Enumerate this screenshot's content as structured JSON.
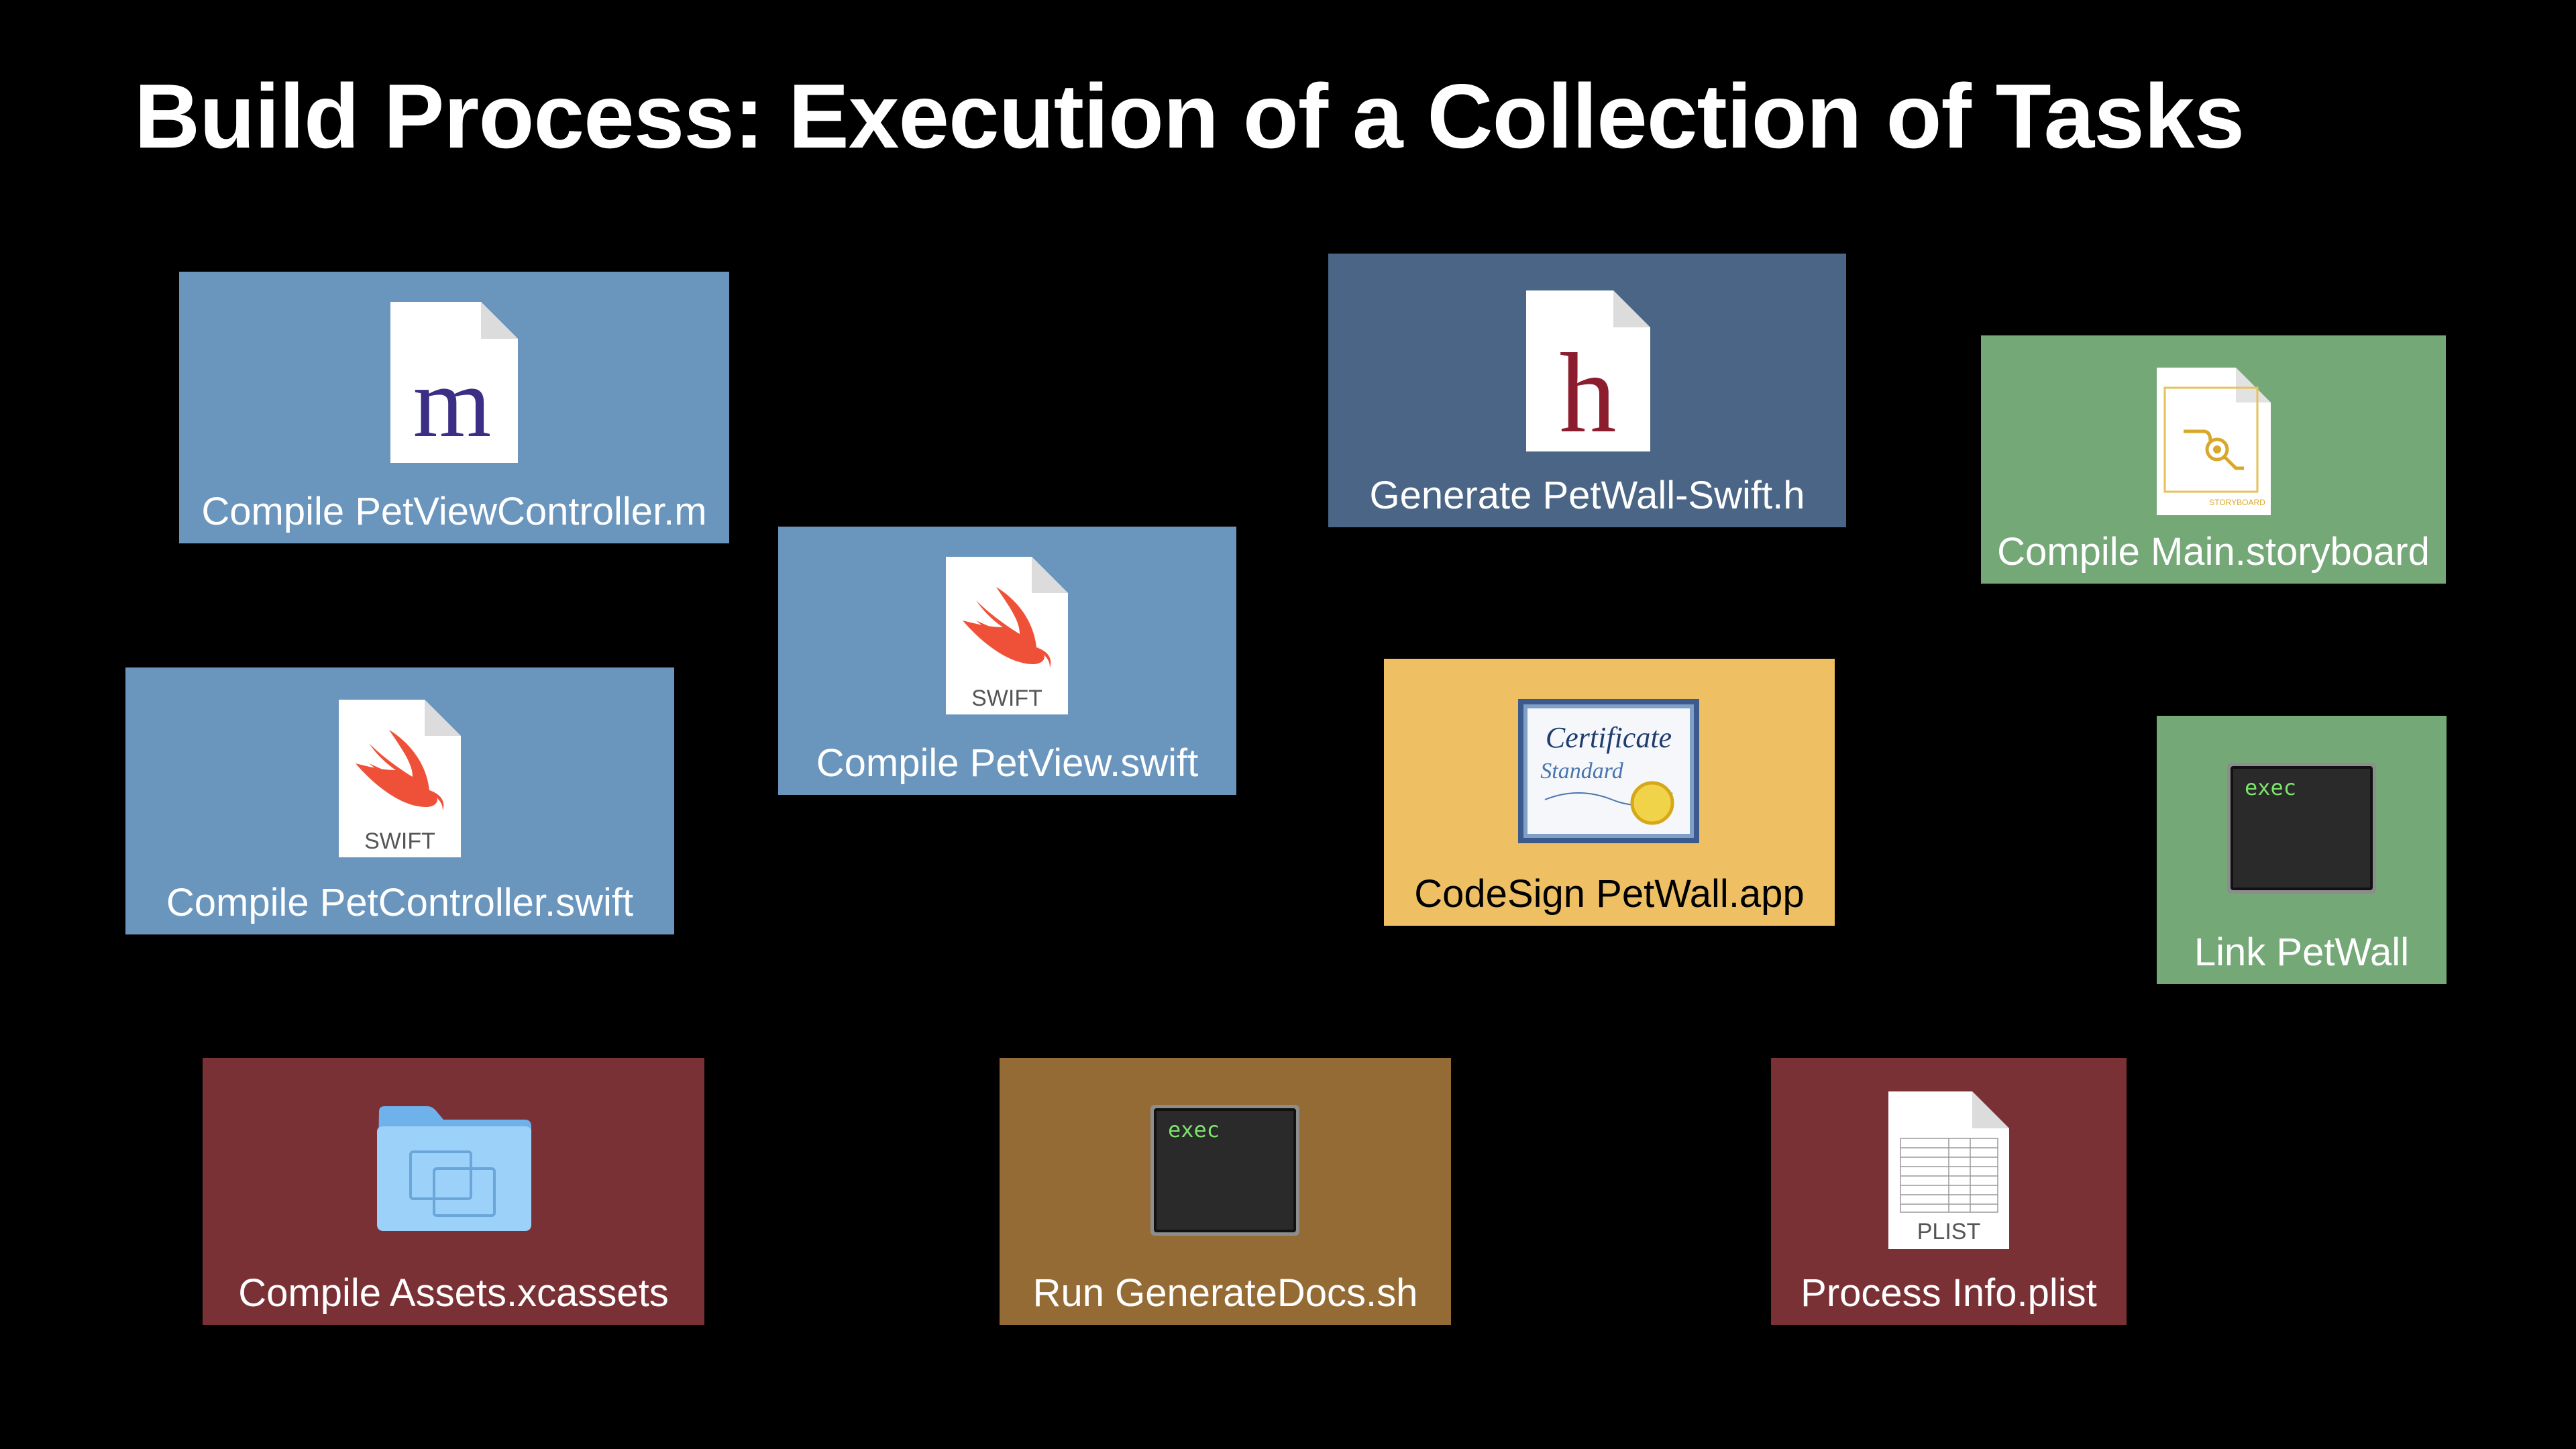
{
  "title": "Build Process: Execution of a Collection of Tasks",
  "colors": {
    "background": "#000000",
    "blue_task": "#6a95bd",
    "dark_blue_task": "#4a6585",
    "green_task": "#74a876",
    "yellow_task": "#eebf63",
    "red_task": "#7a3136",
    "brown_task": "#956b35"
  },
  "tasks": [
    {
      "label": "Compile PetViewController.m",
      "icon": "objc-m-file-icon",
      "glyph": "m"
    },
    {
      "label": "Generate PetWall-Swift.h",
      "icon": "header-h-file-icon",
      "glyph": "h"
    },
    {
      "label": "Compile Main.storyboard",
      "icon": "storyboard-file-icon",
      "badge": "STORYBOARD"
    },
    {
      "label": "Compile PetView.swift",
      "icon": "swift-file-icon",
      "badge": "SWIFT"
    },
    {
      "label": "Compile PetController.swift",
      "icon": "swift-file-icon",
      "badge": "SWIFT"
    },
    {
      "label": "CodeSign PetWall.app",
      "icon": "certificate-icon",
      "cert_title": "Certificate",
      "cert_subtitle": "Standard"
    },
    {
      "label": "Link PetWall",
      "icon": "terminal-exec-icon",
      "terminal_text": "exec"
    },
    {
      "label": "Compile Assets.xcassets",
      "icon": "folder-icon"
    },
    {
      "label": "Run GenerateDocs.sh",
      "icon": "terminal-exec-icon",
      "terminal_text": "exec"
    },
    {
      "label": "Process Info.plist",
      "icon": "plist-file-icon",
      "badge": "PLIST"
    }
  ]
}
